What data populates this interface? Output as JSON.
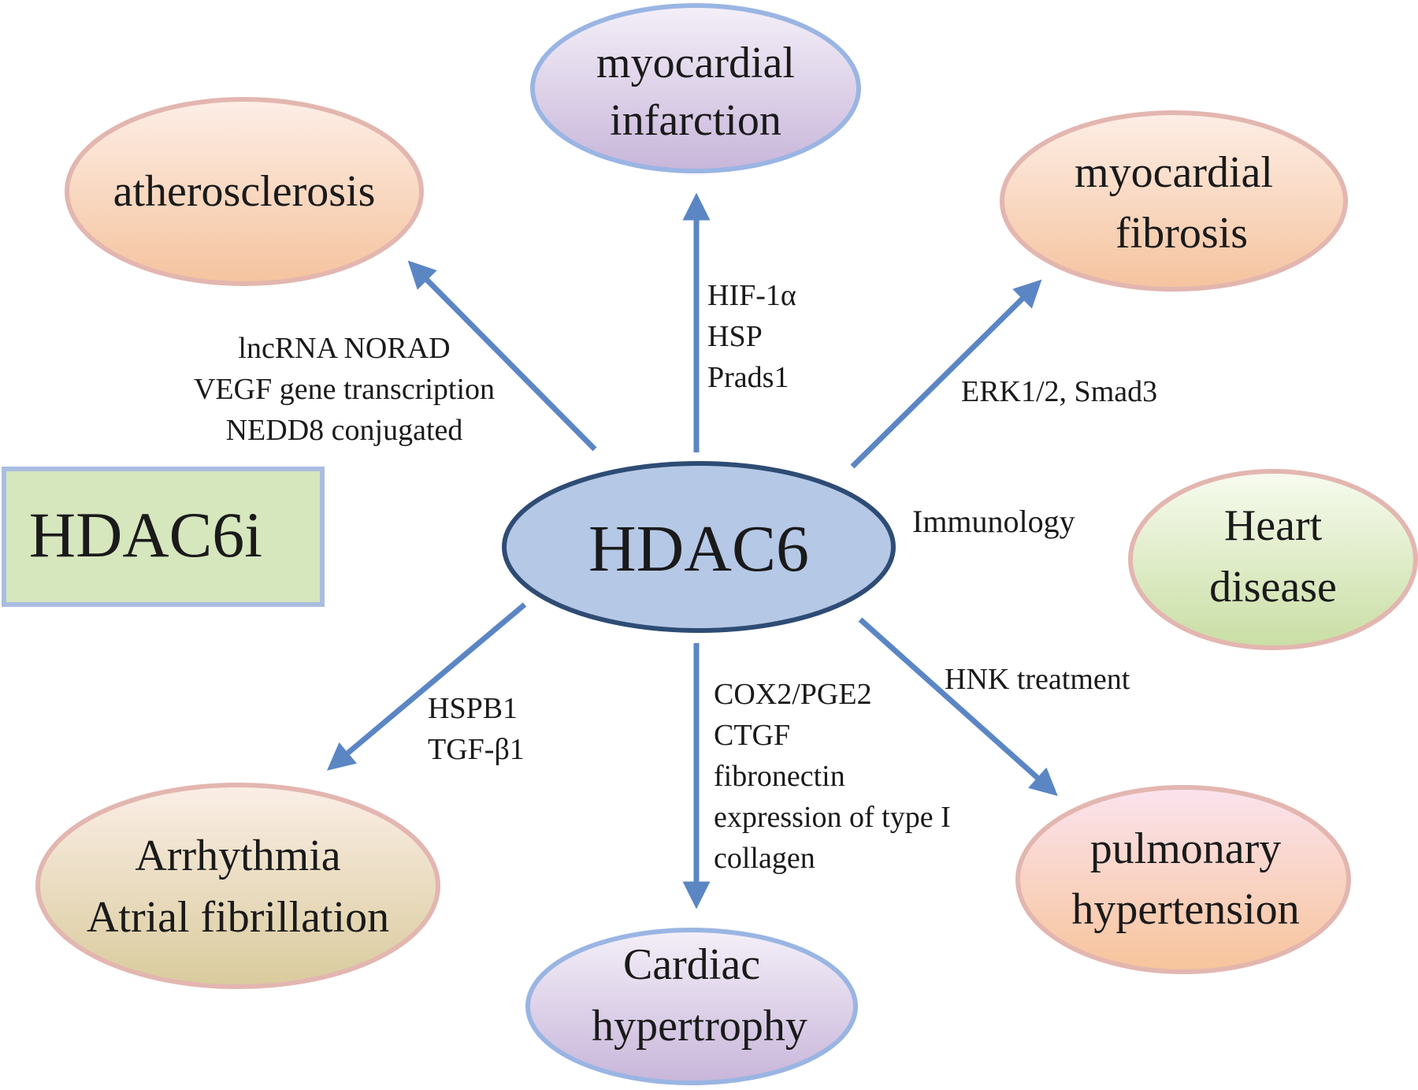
{
  "center": {
    "label": "HDAC6"
  },
  "inhibitor": {
    "label": "HDAC6i"
  },
  "diseases": {
    "myocardial_infarction": [
      "myocardial",
      "infarction"
    ],
    "atherosclerosis": [
      "atherosclerosis"
    ],
    "myocardial_fibrosis": [
      "myocardial",
      "fibrosis"
    ],
    "heart_disease": [
      "Heart",
      "disease"
    ],
    "pulmonary_hypertension": [
      "pulmonary",
      "hypertension"
    ],
    "cardiac_hypertrophy": [
      "Cardiac",
      "hypertrophy"
    ],
    "arrhythmia": [
      "Arrhythmia",
      "Atrial fibrillation"
    ]
  },
  "mediators": {
    "myocardial_infarction": [
      "HIF-1α",
      "HSP",
      "Prads1"
    ],
    "atherosclerosis": [
      "lncRNA NORAD",
      "VEGF gene transcription",
      "NEDD8 conjugated"
    ],
    "myocardial_fibrosis": [
      "ERK1/2, Smad3"
    ],
    "heart_disease": [
      "Immunology"
    ],
    "pulmonary_hypertension": [
      "HNK treatment"
    ],
    "cardiac_hypertrophy": [
      "COX2/PGE2",
      "CTGF",
      "fibronectin",
      "expression of type I",
      "collagen"
    ],
    "arrhythmia": [
      "HSPB1",
      "TGF-β1"
    ]
  },
  "colors": {
    "arrow": "#5b86c4",
    "center_fill": "#b5c8e6",
    "center_stroke": "#2e4c74",
    "inhibitor_fill": "#d6e6bd",
    "inhibitor_stroke": "#a9bde0",
    "purple_stroke": "#9ab5e3",
    "peach_stroke": "#e3b6b0"
  }
}
